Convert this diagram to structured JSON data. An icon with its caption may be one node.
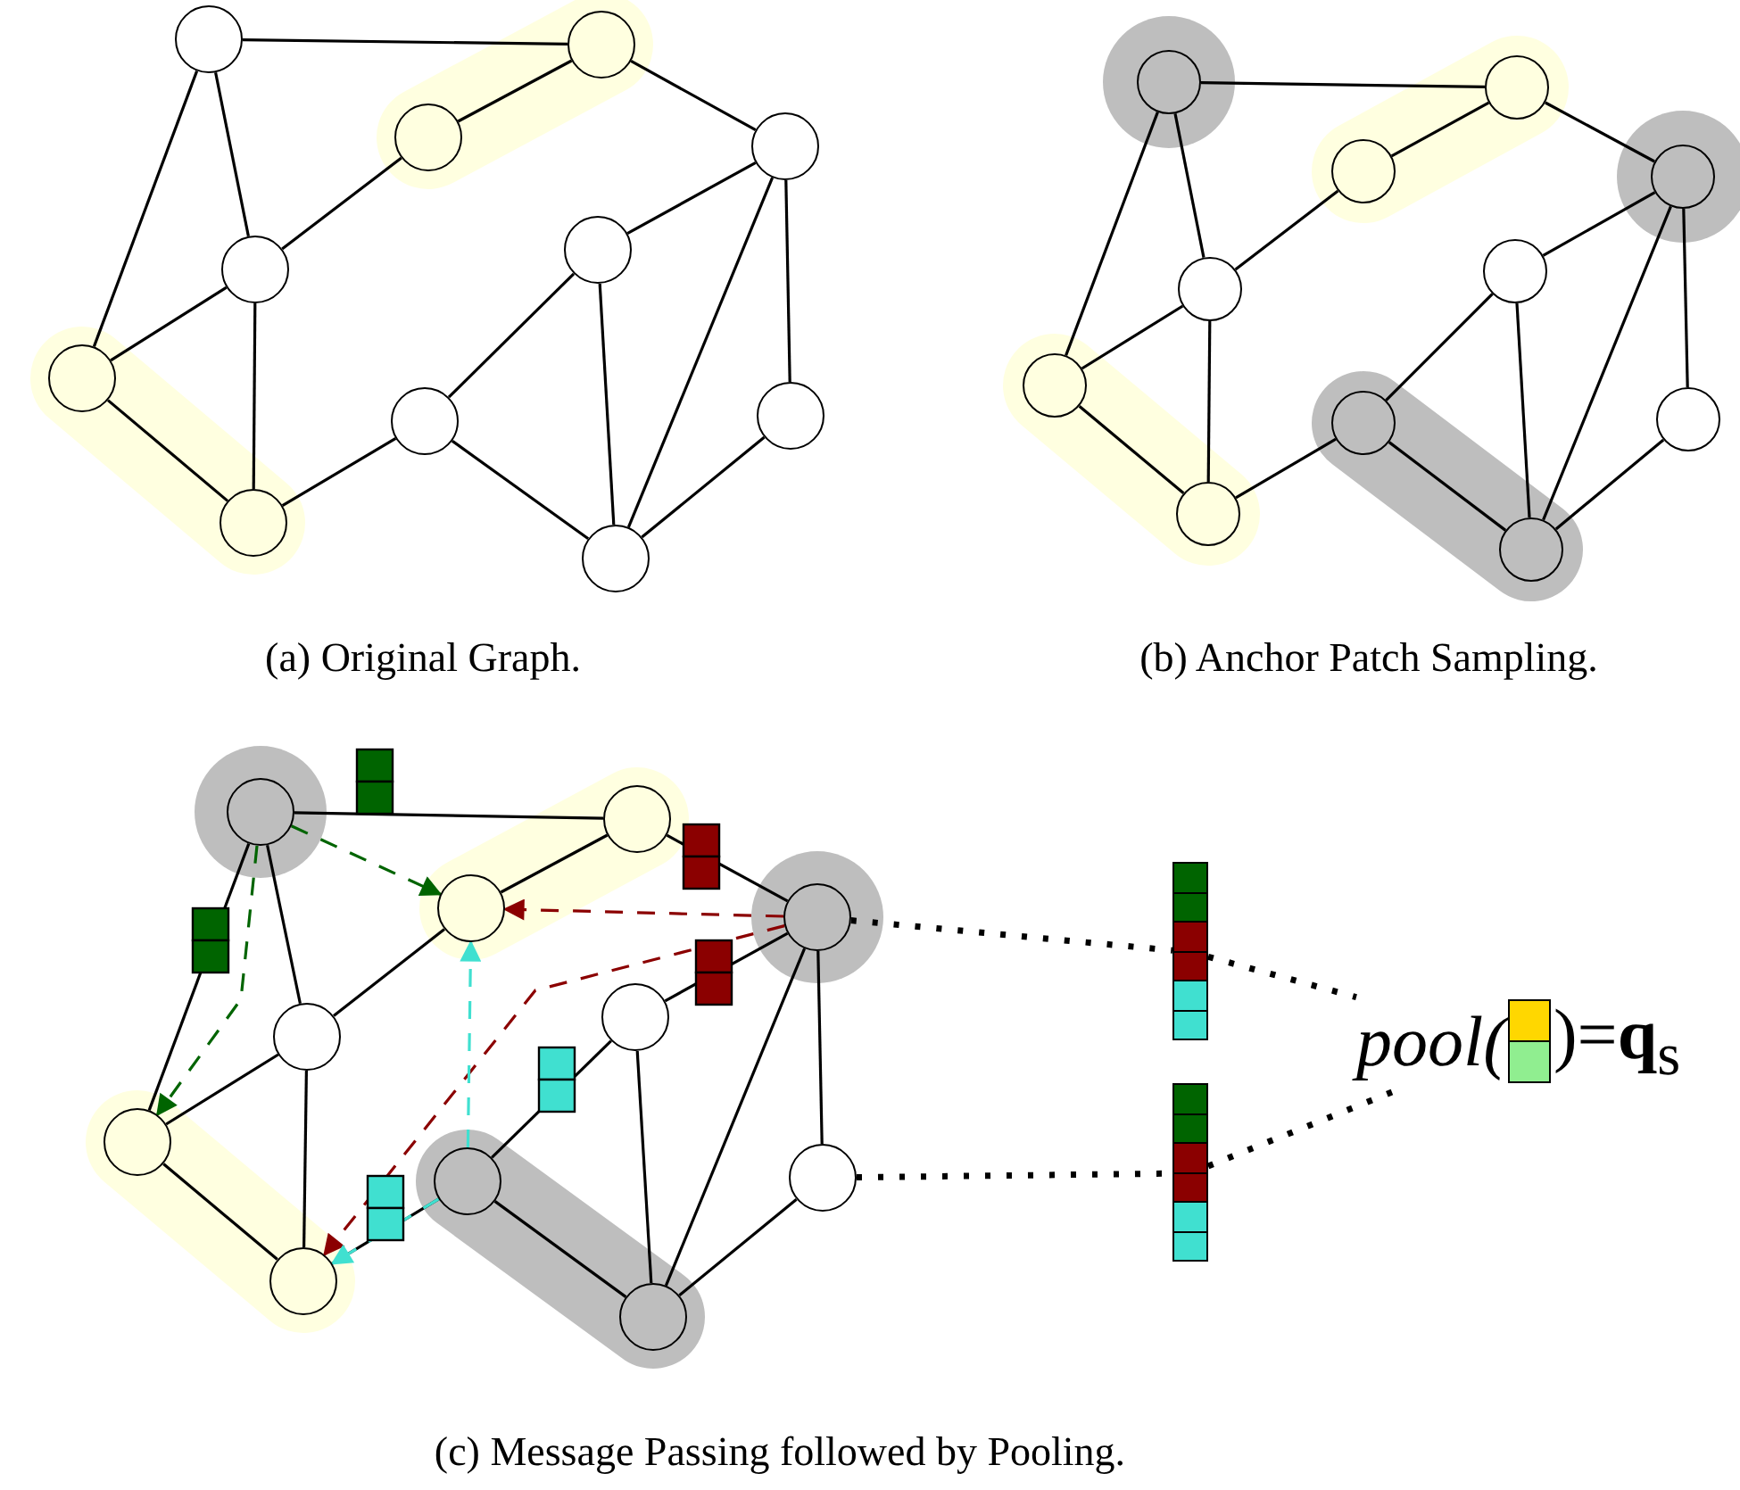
{
  "diagram": {
    "nodes": [
      {
        "text": [],
        "shape": "circle"
      },
      {
        "text": [],
        "shape": "circle"
      },
      {
        "text": [],
        "shape": "circle"
      },
      {
        "text": [],
        "shape": "circle"
      },
      {
        "text": [],
        "shape": "circle"
      },
      {
        "text": [],
        "shape": "circle"
      },
      {
        "text": [],
        "shape": "circle"
      },
      {
        "text": [],
        "shape": "circle"
      },
      {
        "text": [],
        "shape": "circle"
      },
      {
        "text": [],
        "shape": "circle"
      },
      {
        "text": [],
        "shape": "circle"
      },
      {
        "text": [],
        "shape": "circle"
      },
      {
        "text": [],
        "shape": "circle"
      },
      {
        "text": [],
        "shape": "circle"
      },
      {
        "text": [],
        "shape": "circle"
      },
      {
        "text": [],
        "shape": "circle"
      },
      {
        "text": [],
        "shape": "circle"
      },
      {
        "text": [],
        "shape": "circle"
      },
      {
        "text": [],
        "shape": "circle"
      },
      {
        "text": [],
        "shape": "circle"
      },
      {
        "text": [],
        "shape": "circle"
      },
      {
        "text": [],
        "shape": "circle"
      },
      {
        "text": [],
        "shape": "circle"
      },
      {
        "text": [],
        "shape": "circle"
      },
      {
        "text": [],
        "shape": "circle"
      },
      {
        "text": [],
        "shape": "circle"
      },
      {
        "text": [],
        "shape": "circle"
      },
      {
        "text": [],
        "shape": "circle"
      },
      {
        "text": [],
        "shape": "circle"
      },
      {
        "text": [],
        "shape": "circle"
      },
      {
        "text": [],
        "shape": "circle"
      },
      {
        "text": [],
        "shape": "circle"
      },
      {
        "text": [],
        "shape": "circle"
      },
      {
        "text": [],
        "shape": "bar"
      },
      {
        "text": [],
        "shape": "bar"
      },
      {
        "text": [
          "pool(",
          ")=**q**$_{s}$"
        ]
      }
    ],
    "edges": [
      {
        "from": 0,
        "to": 1,
        "arrow": "none"
      },
      {
        "from": 0,
        "to": 4,
        "arrow": "none"
      },
      {
        "from": 0,
        "to": 6,
        "arrow": "none"
      },
      {
        "from": 1,
        "to": 2,
        "arrow": "none"
      },
      {
        "from": 1,
        "to": 3,
        "arrow": "none"
      },
      {
        "from": 2,
        "to": 4,
        "arrow": "none"
      },
      {
        "from": 4,
        "to": 6,
        "arrow": "none"
      },
      {
        "from": 4,
        "to": 9,
        "arrow": "none"
      },
      {
        "from": 6,
        "to": 9,
        "arrow": "none"
      },
      {
        "from": 9,
        "to": 7,
        "arrow": "none"
      },
      {
        "from": 7,
        "to": 5,
        "arrow": "none"
      },
      {
        "from": 7,
        "to": 10,
        "arrow": "none"
      },
      {
        "from": 5,
        "to": 10,
        "arrow": "none"
      },
      {
        "from": 3,
        "to": 5,
        "arrow": "none"
      },
      {
        "from": 3,
        "to": 10,
        "arrow": "none"
      },
      {
        "from": 3,
        "to": 8,
        "arrow": "none"
      },
      {
        "from": 8,
        "to": 10,
        "arrow": "none"
      },
      {
        "from": 11,
        "to": 12,
        "arrow": "none"
      },
      {
        "from": 11,
        "to": 15,
        "arrow": "none"
      },
      {
        "from": 11,
        "to": 17,
        "arrow": "none"
      },
      {
        "from": 12,
        "to": 13,
        "arrow": "none"
      },
      {
        "from": 12,
        "to": 14,
        "arrow": "none"
      },
      {
        "from": 13,
        "to": 15,
        "arrow": "none"
      },
      {
        "from": 15,
        "to": 17,
        "arrow": "none"
      },
      {
        "from": 15,
        "to": 20,
        "arrow": "none"
      },
      {
        "from": 17,
        "to": 20,
        "arrow": "none"
      },
      {
        "from": 20,
        "to": 18,
        "arrow": "none"
      },
      {
        "from": 18,
        "to": 16,
        "arrow": "none"
      },
      {
        "from": 18,
        "to": 21,
        "arrow": "none"
      },
      {
        "from": 16,
        "to": 21,
        "arrow": "none"
      },
      {
        "from": 14,
        "to": 16,
        "arrow": "none"
      },
      {
        "from": 14,
        "to": 21,
        "arrow": "none"
      },
      {
        "from": 14,
        "to": 19,
        "arrow": "none"
      },
      {
        "from": 19,
        "to": 21,
        "arrow": "none"
      },
      {
        "from": 22,
        "to": 23,
        "arrow": "none"
      },
      {
        "from": 22,
        "to": 26,
        "arrow": "none"
      },
      {
        "from": 22,
        "to": 28,
        "arrow": "none"
      },
      {
        "from": 23,
        "to": 24,
        "arrow": "none"
      },
      {
        "from": 23,
        "to": 25,
        "arrow": "none"
      },
      {
        "from": 24,
        "to": 26,
        "arrow": "none"
      },
      {
        "from": 26,
        "to": 28,
        "arrow": "none"
      },
      {
        "from": 26,
        "to": 31,
        "arrow": "none"
      },
      {
        "from": 28,
        "to": 31,
        "arrow": "none"
      },
      {
        "from": 31,
        "to": 29,
        "arrow": "none"
      },
      {
        "from": 29,
        "to": 27,
        "arrow": "none"
      },
      {
        "from": 29,
        "to": 32,
        "arrow": "none"
      },
      {
        "from": 27,
        "to": 32,
        "arrow": "none"
      },
      {
        "from": 25,
        "to": 27,
        "arrow": "none"
      },
      {
        "from": 25,
        "to": 32,
        "arrow": "none"
      },
      {
        "from": 25,
        "to": 30,
        "arrow": "none"
      },
      {
        "from": 30,
        "to": 32,
        "arrow": "none"
      },
      {
        "from": 22,
        "to": 24,
        "arrow": "to",
        "style": "dashed",
        "color": "#006400"
      },
      {
        "from": 22,
        "to": 28,
        "arrow": "to",
        "style": "dashed",
        "color": "#006400"
      },
      {
        "from": 25,
        "to": 24,
        "arrow": "to",
        "style": "dashed",
        "color": "#8b0000"
      },
      {
        "from": 25,
        "to": 31,
        "arrow": "to",
        "style": "dashed",
        "color": "#8b0000"
      },
      {
        "from": 29,
        "to": 24,
        "arrow": "to",
        "style": "dashed",
        "color": "#40e0d0"
      },
      {
        "from": 29,
        "to": 31,
        "arrow": "to",
        "style": "dashed",
        "color": "#40e0d0"
      },
      {
        "from": 25,
        "to": 33,
        "arrow": "none",
        "style": "dashed"
      },
      {
        "from": 30,
        "to": 34,
        "arrow": "none",
        "style": "dashed"
      },
      {
        "from": 33,
        "to": 35,
        "arrow": "none",
        "style": "dashed"
      },
      {
        "from": 34,
        "to": 35,
        "arrow": "none",
        "style": "dashed"
      }
    ],
    "labels": [
      "(a) Original Graph.",
      "(b) Anchor Patch Sampling.",
      "(c) Message Passing followed by Pooling."
    ]
  }
}
